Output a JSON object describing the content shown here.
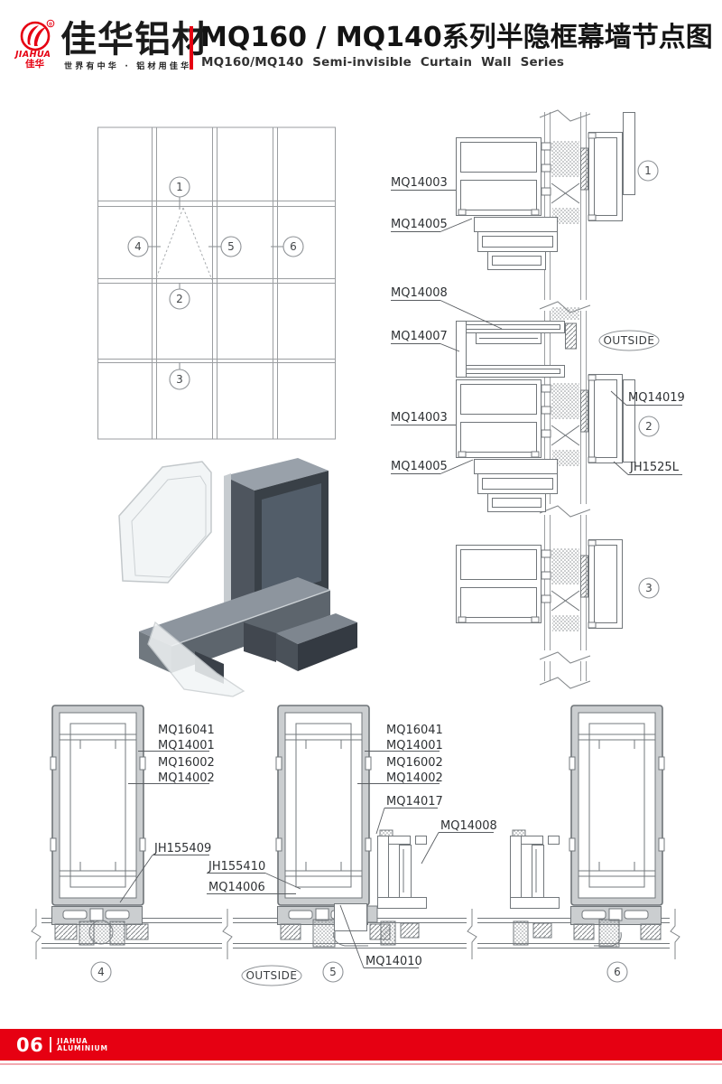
{
  "header": {
    "logo": {
      "registered": "®",
      "brand_en": "JIAHUA",
      "brand_cn_small": "佳华",
      "brand_cn": "佳华铝材",
      "tagline": "世界有中华 · 铝材用佳华"
    },
    "title": "MQ160 / MQ140系列半隐框幕墙节点图",
    "subtitle": "MQ160/MQ140 Semi-invisible Curtain Wall Series"
  },
  "elevation": {
    "callout_1": "1",
    "callout_2": "2",
    "callout_3": "3",
    "callout_4": "4",
    "callout_5": "5",
    "callout_6": "6"
  },
  "vertical_section": {
    "label_mq14003_top": "MQ14003",
    "label_mq14005_top": "MQ14005",
    "label_mq14008": "MQ14008",
    "label_mq14007": "MQ14007",
    "label_mq14019": "MQ14019",
    "label_mq14003_mid": "MQ14003",
    "label_mq14005_mid": "MQ14005",
    "label_jh1525l": "JH1525L",
    "outside": "OUTSIDE",
    "callout_1": "1",
    "callout_2": "2",
    "callout_3": "3"
  },
  "horizontal_section": {
    "left": {
      "mq16041": "MQ16041",
      "mq14001": "MQ14001",
      "mq16002": "MQ16002",
      "mq14002": "MQ14002",
      "jh155409": "JH155409"
    },
    "middle": {
      "jh155410": "JH155410",
      "mq14006": "MQ14006"
    },
    "right": {
      "mq16041": "MQ16041",
      "mq14001": "MQ14001",
      "mq16002": "MQ16002",
      "mq14002": "MQ14002",
      "mq14017": "MQ14017",
      "mq14008": "MQ14008",
      "mq14010": "MQ14010"
    },
    "outside": "OUTSIDE",
    "callout_4": "4",
    "callout_5": "5",
    "callout_6": "6"
  },
  "footer": {
    "page_number": "06",
    "brand_line1": "JIAHUA",
    "brand_line2": "ALUMINIUM"
  },
  "colors": {
    "brand_red": "#e60012",
    "drawing_line": "#71767a",
    "profile_fill": "#cbced0",
    "label_text": "#2e3134"
  }
}
